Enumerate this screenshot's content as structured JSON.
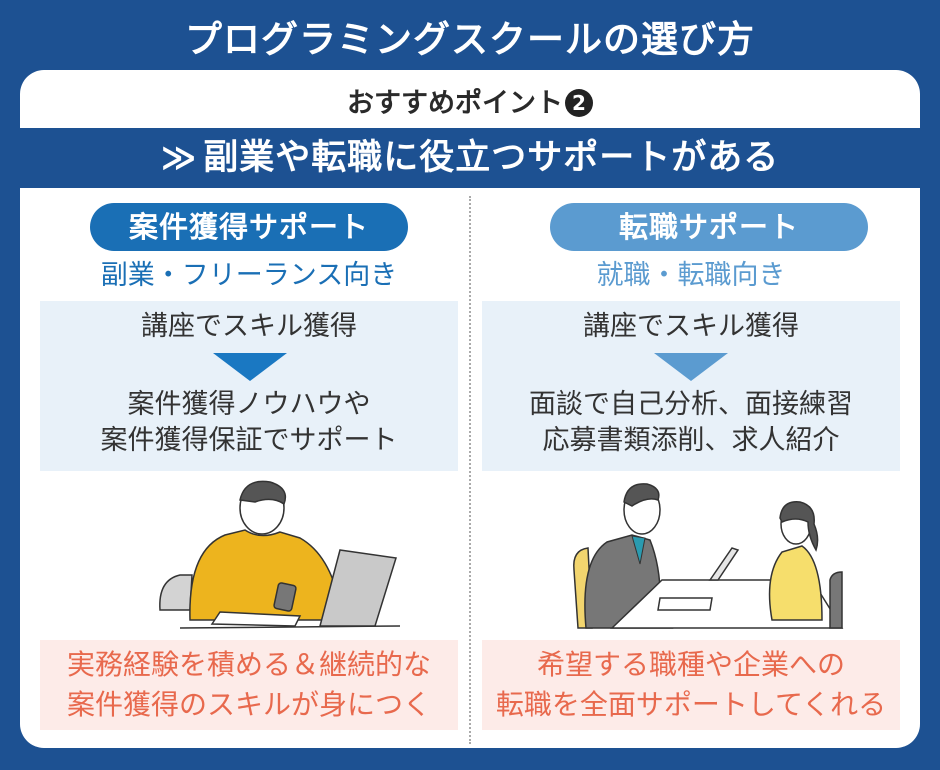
{
  "header": {
    "title": "プログラミングスクールの選び方"
  },
  "card": {
    "point_label": "おすすめポイント",
    "point_number": "2",
    "headline_icon": "double-chevron-right-icon",
    "headline_chevron": "≫",
    "headline": "副業や転職に役立つサポートがある"
  },
  "columns": [
    {
      "pill": "案件獲得サポート",
      "subtitle": "副業・フリーランス向き",
      "step1": "講座でスキル獲得",
      "step2_line1": "案件獲得ノウハウや",
      "step2_line2": "案件獲得保証でサポート",
      "illustration": "man-with-laptop-and-phone",
      "result_line1": "実務経験を積める＆継続的な",
      "result_line2": "案件獲得のスキルが身につく",
      "accent": "#1a6fb5"
    },
    {
      "pill": "転職サポート",
      "subtitle": "就職・転職向き",
      "step1": "講座でスキル獲得",
      "step2_line1": "面談で自己分析、面接練習",
      "step2_line2": "応募書類添削、求人紹介",
      "illustration": "interview-meeting",
      "result_line1": "希望する職種や企業への",
      "result_line2": "転職を全面サポートしてくれる",
      "accent": "#5b9bd0"
    }
  ],
  "colors": {
    "background": "#1d5192",
    "result_text": "#e8694d",
    "result_bg": "#fdebe8",
    "flow_bg": "#e8f1f9"
  }
}
